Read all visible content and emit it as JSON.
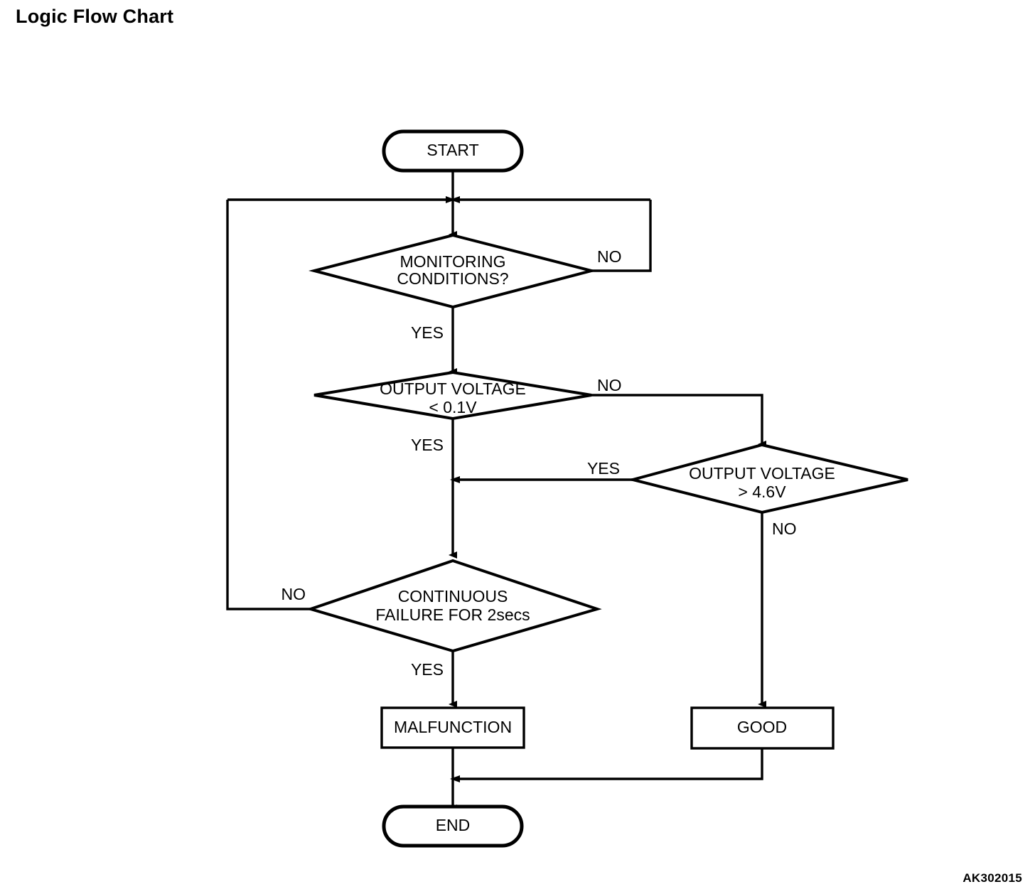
{
  "page": {
    "title": "Logic Flow Chart",
    "corner_code": "AK302015",
    "background_color": "#ffffff",
    "line_color": "#000000"
  },
  "chart_data": {
    "type": "diagram",
    "diagram_kind": "flowchart",
    "title": "Logic Flow Chart",
    "nodes": [
      {
        "id": "start",
        "shape": "terminator",
        "label": "START"
      },
      {
        "id": "monitoring",
        "shape": "decision",
        "label_line1": "MONITORING",
        "label_line2": "CONDITIONS?"
      },
      {
        "id": "voltage_low",
        "shape": "decision",
        "label_line1": "OUTPUT VOLTAGE",
        "label_line2": "< 0.1V"
      },
      {
        "id": "voltage_high",
        "shape": "decision",
        "label_line1": "OUTPUT VOLTAGE",
        "label_line2": "> 4.6V"
      },
      {
        "id": "continuous_failure",
        "shape": "decision",
        "label_line1": "CONTINUOUS",
        "label_line2": "FAILURE FOR 2secs"
      },
      {
        "id": "malfunction",
        "shape": "process",
        "label": "MALFUNCTION"
      },
      {
        "id": "good",
        "shape": "process",
        "label": "GOOD"
      },
      {
        "id": "end",
        "shape": "terminator",
        "label": "END"
      }
    ],
    "edges": [
      {
        "from": "start",
        "to": "monitoring",
        "label": ""
      },
      {
        "from": "monitoring",
        "to": "monitoring_join",
        "label": "NO"
      },
      {
        "from": "monitoring",
        "to": "voltage_low",
        "label": "YES"
      },
      {
        "from": "voltage_low",
        "to": "voltage_high",
        "label": "NO"
      },
      {
        "from": "voltage_low",
        "to": "continuous_failure",
        "label": "YES"
      },
      {
        "from": "voltage_high",
        "to": "continuous_failure",
        "label": "YES"
      },
      {
        "from": "voltage_high",
        "to": "good",
        "label": "NO"
      },
      {
        "from": "continuous_failure",
        "to": "monitoring_join",
        "label": "NO"
      },
      {
        "from": "continuous_failure",
        "to": "malfunction",
        "label": "YES"
      },
      {
        "from": "malfunction",
        "to": "end",
        "label": ""
      },
      {
        "from": "good",
        "to": "end",
        "label": ""
      }
    ],
    "edge_labels": {
      "monitoring_no": "NO",
      "monitoring_yes": "YES",
      "voltage_low_no": "NO",
      "voltage_low_yes": "YES",
      "voltage_high_yes": "YES",
      "voltage_high_no": "NO",
      "failure_no": "NO",
      "failure_yes": "YES"
    }
  }
}
